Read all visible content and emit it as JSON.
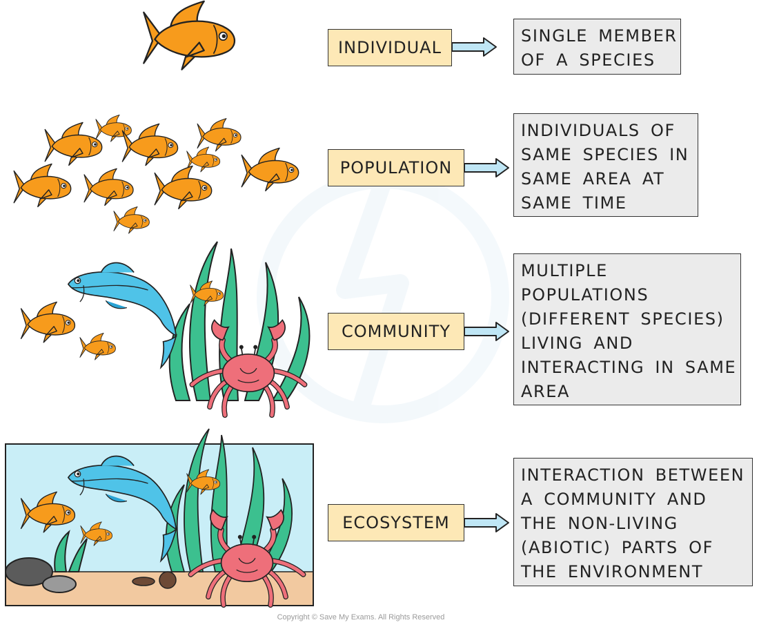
{
  "rows": [
    {
      "label": "INDIVIDUAL",
      "definition": [
        "SINGLE MEMBER",
        "OF A SPECIES"
      ]
    },
    {
      "label": "POPULATION",
      "definition": [
        "INDIVIDUALS OF",
        "SAME SPECIES IN",
        "SAME AREA AT",
        "SAME TIME"
      ]
    },
    {
      "label": "COMMUNITY",
      "definition": [
        "MULTIPLE",
        "POPULATIONS",
        "(DIFFERENT SPECIES)",
        "LIVING AND",
        "INTERACTING IN SAME",
        "AREA"
      ]
    },
    {
      "label": "ECOSYSTEM",
      "definition": [
        "INTERACTION BETWEEN",
        "A COMMUNITY AND",
        "THE NON-LIVING",
        "(ABIOTIC) PARTS OF",
        "THE ENVIRONMENT"
      ]
    }
  ],
  "copyright": "Copyright © Save My Exams. All Rights Reserved",
  "colors": {
    "label_fill": "#fde8b6",
    "definition_fill": "#ebebeb",
    "arrow_fill": "#bfe6f5",
    "goldfish": "#f79b1c",
    "salmon_fish": "#4fc3e8",
    "seaweed": "#3cc08f",
    "crab": "#ee6f7a",
    "water": "#c9eef7",
    "sand": "#f2c9a0"
  },
  "icons": [
    "goldfish-icon",
    "salmon-fish-icon",
    "seaweed-icon",
    "crab-icon",
    "rock-icon",
    "arrow-icon"
  ]
}
